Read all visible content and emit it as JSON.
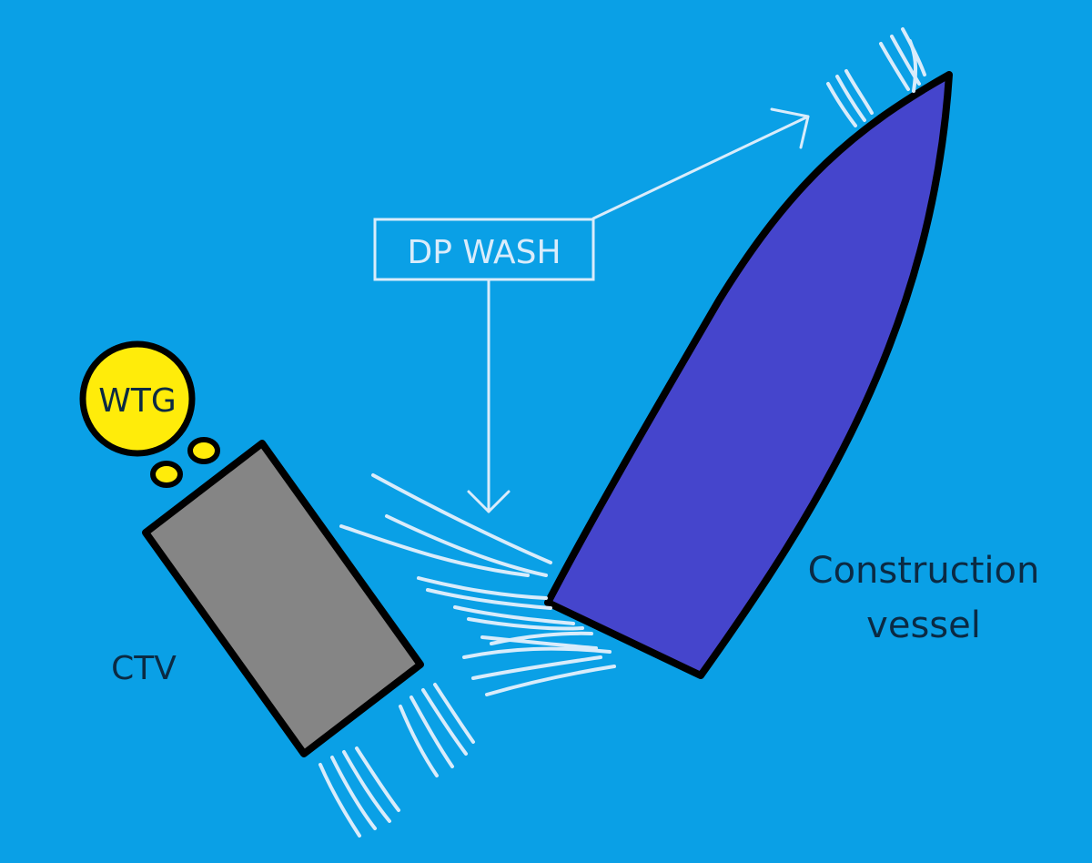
{
  "colors": {
    "sea": "#0aa0e6",
    "vessel_fill": "#4545cc",
    "ctv_fill": "#858585",
    "wtg_fill": "#ffec0a",
    "outline": "#000000",
    "wash": "#d9ecfb",
    "label_dark": "#0b2a43"
  },
  "labels": {
    "dp_wash": "DP WASH",
    "wtg": "WTG",
    "ctv": "CTV",
    "vessel_line1": "Construction",
    "vessel_line2": "vessel"
  }
}
